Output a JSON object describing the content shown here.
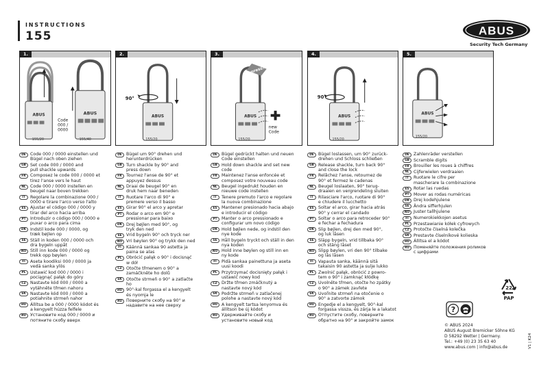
{
  "header": {
    "title": "INSTRUCTIONS",
    "number": "155"
  },
  "logo": {
    "text": "ABUS",
    "tagline": "Security Tech Germany"
  },
  "panels": [
    {
      "num": "1.",
      "lock_label_1": "155/20",
      "lock_label_2": "155/40",
      "text_1": "Code\n000 /\n0000"
    },
    {
      "num": "2.",
      "lock_label_1": "155/20",
      "text_1": "90°"
    },
    {
      "num": "3.",
      "lock_label_1": "155/20",
      "text_1": "new\nCode",
      "text_2": "press!"
    },
    {
      "num": "4.",
      "lock_label_1": "155/20",
      "text_1": "90°"
    },
    {
      "num": "5.",
      "lock_label_1": "155/20"
    }
  ],
  "columns": [
    [
      {
        "code": "DE",
        "text": "Code 000 / 0000 einstellen und\nBügel nach oben ziehen"
      },
      {
        "code": "GB",
        "text": "Set code 000 / 0000 and\npull shackle upwards"
      },
      {
        "code": "FR",
        "text": "Composez le code 000 / 0000 et\ntirez l'anse vers le haut"
      },
      {
        "code": "NL",
        "text": "Code 000 / 0000 instellen en\nbeugel naar boven trekken"
      },
      {
        "code": "IT",
        "text": "Regolare la combinazione 000 /\n0000 e tirare l'arco verso l'alto"
      },
      {
        "code": "ES",
        "text": "Ajustar el código 000 / 0000 y\ntirar del arco hacia arriba"
      },
      {
        "code": "PT",
        "text": "Introduzir o código 000 / 0000 e\npuxar o arco para cima"
      },
      {
        "code": "DK",
        "text": "Indstil kode 000 / 0000, og\ntræk bøjlen op"
      },
      {
        "code": "SE",
        "text": "Ställ in koden 000 / 0000 och\ndra bygeln uppåt"
      },
      {
        "code": "NO",
        "text": "Still inn kode 000 / 0000 og\ntrekk opp bøylen"
      },
      {
        "code": "FI",
        "text": "Aseta koodiksi 000 / 0000 ja\nvedä sanka ylös"
      },
      {
        "code": "PL",
        "text": "Ustawić kod 000 / 0000 i\npociągnąć pałąk do góry"
      },
      {
        "code": "CZ",
        "text": "Nastavte kód 000 / 0000 a\nvytáhněte třmen nahoru"
      },
      {
        "code": "SK",
        "text": "Nastavte kód 000 / 0000 a\npotiahnite strmeň nahor"
      },
      {
        "code": "HU",
        "text": "Állítsa be a 000 / 0000 kódot és\na kengyelt húzza felfele"
      },
      {
        "code": "RU",
        "text": "Установите код 000 / 0000 и\nпотяните скобу вверх"
      }
    ],
    [
      {
        "code": "DE",
        "text": "Bügel um 90° drehen und\nherunterdrücken"
      },
      {
        "code": "GB",
        "text": "Turn shackle by 90° and\npress down"
      },
      {
        "code": "FR",
        "text": "Tournez l'anse de 90° et\nappuyez dessus"
      },
      {
        "code": "NL",
        "text": "Draai de beugel 90° en\ndruk hem naar beneden"
      },
      {
        "code": "IT",
        "text": "Ruotare l'arco di 90° e\npremere verso il basso"
      },
      {
        "code": "ES",
        "text": "Girar 90° el arco y apretar"
      },
      {
        "code": "PT",
        "text": "Rodar o arco em 90° e\npressionar para baixo"
      },
      {
        "code": "DK",
        "text": "Drej bøjlen med 90°, og\ntryk den ned"
      },
      {
        "code": "SE",
        "text": "Vrid bygeln 90° och tryck ner"
      },
      {
        "code": "NO",
        "text": "Vri bøylen 90° og trykk den ned"
      },
      {
        "code": "FI",
        "text": "Käännä sankaa 90 astetta ja\npaina se alas"
      },
      {
        "code": "PL",
        "text": "Obrócić pałąk o 90° i docisnąć\nw dół"
      },
      {
        "code": "CZ",
        "text": "Otočte třmenem o 90° a\nzamáčkněte ho dolů"
      },
      {
        "code": "SK",
        "text": "Otočte strmeň o 90° a zatlačte\nho"
      },
      {
        "code": "HU",
        "text": "90°-kal forgassa el a kengyelt\nés nyomja le"
      },
      {
        "code": "RU",
        "text": "Поверните скобу на 90° и\nнадавите на нее сверху"
      }
    ],
    [
      {
        "code": "DE",
        "text": "Bügel gedrückt halten und neuen\nCode einstellen"
      },
      {
        "code": "GB",
        "text": "Hold down shackle and set new\ncode"
      },
      {
        "code": "FR",
        "text": "Maintenez l'anse enfoncée et\ncomposez votre nouveau code"
      },
      {
        "code": "NL",
        "text": "Beugel ingedrukt houden en\nnieuwe code instellen"
      },
      {
        "code": "IT",
        "text": "Tenere premuto l'arco e regolare\nla nuova combinazione"
      },
      {
        "code": "ES",
        "text": "Mantener presionado hacia abajo\ne introducir el código"
      },
      {
        "code": "PT",
        "text": "Manter o arco pressionado e\nconfigurar um novo código"
      },
      {
        "code": "DK",
        "text": "Hold bøjlen nede, og indstil den\nnye kode"
      },
      {
        "code": "SE",
        "text": "Håll bygeln tryckt och ställ in den\nnya koden"
      },
      {
        "code": "NO",
        "text": "Hold inne bøylen og still inn en\nny kode"
      },
      {
        "code": "FI",
        "text": "Pidä sankaa painettuna ja aseta\nuusi koodi"
      },
      {
        "code": "PL",
        "text": "Przytrzymać docisnięty pałąk i\nustawić nowy kod"
      },
      {
        "code": "CZ",
        "text": "Držte třmen zmáčknutý a\nnastavte nový kód"
      },
      {
        "code": "SK",
        "text": "Podržte strmeň v zatlačenej\npolohe a nastavte nový kód"
      },
      {
        "code": "HU",
        "text": "A kengyelt tartsa lenyomva és\nállítson be új kódot"
      },
      {
        "code": "RU",
        "text": "Удерживайте скобу и\nустановите новый код"
      }
    ],
    [
      {
        "code": "DE",
        "text": "Bügel loslassen, um 90° zurück-\ndrehen und Schloss schließen"
      },
      {
        "code": "GB",
        "text": "Release shackle, turn back 90°\nand close the lock"
      },
      {
        "code": "FR",
        "text": "Relâchez l'anse, retournez de\n90° et fermez le cadenas"
      },
      {
        "code": "NL",
        "text": "Beugel loslaaten, 90° terug-\ndraaien en vergrendeling sluiten"
      },
      {
        "code": "IT",
        "text": "Rilasciare l'arco, ruotare di 90°\ne chiudere il lucchetto"
      },
      {
        "code": "ES",
        "text": "Soltar el arco, girar hacia atrás\n90° y cerrar el candado"
      },
      {
        "code": "PT",
        "text": "Soltar o arco para retroceder 90°\ne fechar a fechadura"
      },
      {
        "code": "DK",
        "text": "Slip bøjlen, drej den med 90°,\nog luk låsen"
      },
      {
        "code": "SE",
        "text": "Släpp bygeln, vrid tillbaka 90°\noch stäng låset"
      },
      {
        "code": "NO",
        "text": "Slipp bøylen, vri den 90° tilbake\nog lås låsen"
      },
      {
        "code": "FI",
        "text": "Vapauta sanka, käännä sitä\ntakaisin 90 astetta ja sulje lukko"
      },
      {
        "code": "PL",
        "text": "Zwolnić pałąk, obrócić z powro-\ntem o 90° i zamknąć kłódkę"
      },
      {
        "code": "CZ",
        "text": "Uvolněte třmen, otočte ho zpátky\no 90° a zámek zavřete"
      },
      {
        "code": "SK",
        "text": "Uvoľnite strmeň na otočenie o\n90° a zatvorte zámok"
      },
      {
        "code": "HU",
        "text": "Engedje el a kengyelt, 90°-kal\nforgassa vissza, és zárja le a lakatot"
      },
      {
        "code": "RU",
        "text": "Отпустите скобу, поверните\nобратно на 90° и закройте замок"
      }
    ],
    [
      {
        "code": "DE",
        "text": "Zahlenräder verstellen"
      },
      {
        "code": "GB",
        "text": "Scramble digits"
      },
      {
        "code": "FR",
        "text": "Brouiller les roues à chiffres"
      },
      {
        "code": "NL",
        "text": "Cijferwielen verdraaien"
      },
      {
        "code": "IT",
        "text": "Ruotare le cifre per\nmascherare la combinazione"
      },
      {
        "code": "ES",
        "text": "Rotar las ruedas"
      },
      {
        "code": "PT",
        "text": "Mover as rodas numéricas"
      },
      {
        "code": "DK",
        "text": "Drej kodehjulene"
      },
      {
        "code": "SE",
        "text": "Ändra sifferhjulen"
      },
      {
        "code": "NO",
        "text": "Juster tallhjulene"
      },
      {
        "code": "FI",
        "text": "Numerokiekkojen asetus"
      },
      {
        "code": "PL",
        "text": "Przestawianie kółek cyfrowych"
      },
      {
        "code": "CZ",
        "text": "Protočte číselná kolečka"
      },
      {
        "code": "SK",
        "text": "Prestavte číselníkové kolieska"
      },
      {
        "code": "HU",
        "text": "Állítsa el a kódot"
      },
      {
        "code": "RU",
        "text": "Поменяйте положения роликов\nс цифрами"
      }
    ]
  ],
  "recycle": {
    "number": "22",
    "code": "PAP"
  },
  "footer": {
    "copyright": "© ABUS 2024",
    "company": "ABUS August Bremicker Söhne KG",
    "address": "D 58292 Wetter | Germany.",
    "phone": "Tel.: +49 (0) 23 35 63 40",
    "web": "www.abus.com | info@abus.de",
    "version": "V1 | K24"
  }
}
